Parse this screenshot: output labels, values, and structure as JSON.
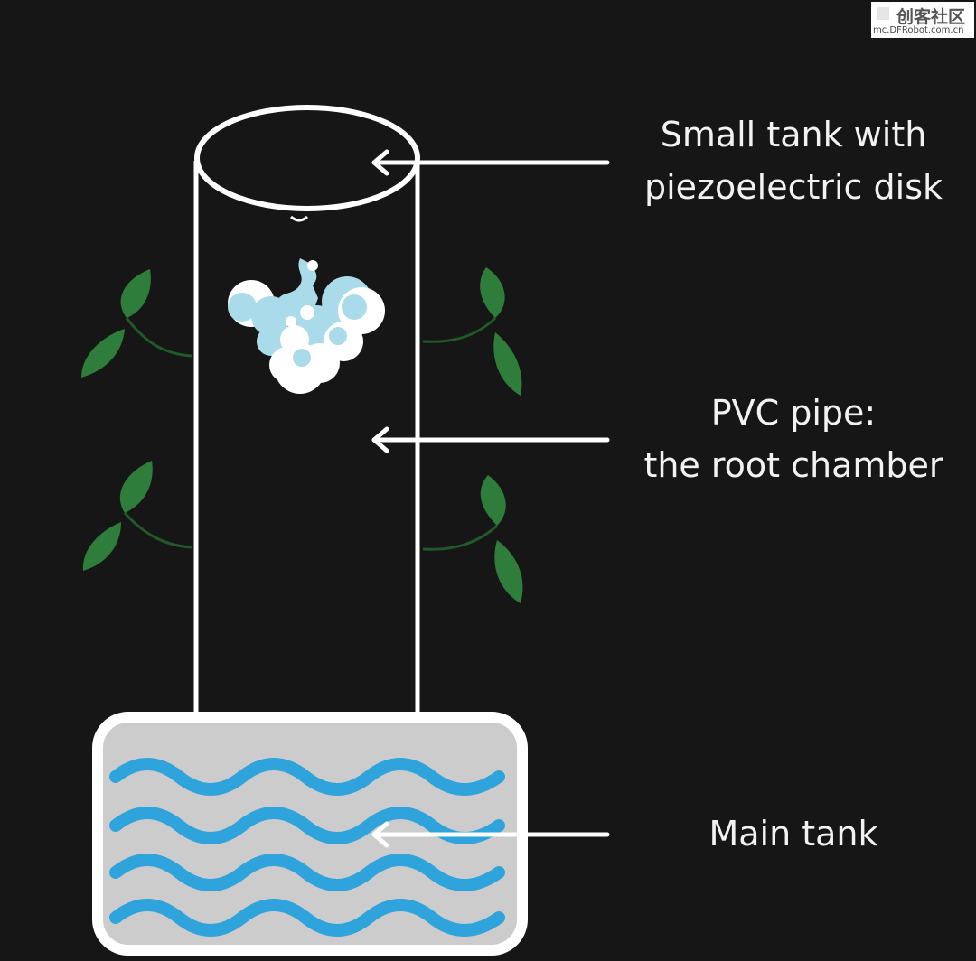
{
  "labels": {
    "small_tank": [
      "Small tank with",
      "piezoelectric disk"
    ],
    "pvc_pipe": [
      "PVC pipe:",
      "the root chamber"
    ],
    "main_tank": [
      "Main tank"
    ]
  },
  "watermark": {
    "title": "创客社区",
    "url": "mc.DFRobot.com.cn"
  },
  "colors": {
    "background": "#161616",
    "outline": "#ffffff",
    "leaf": "#2e7d3a",
    "stem": "#1f5a28",
    "water_wave": "#2ea3dc",
    "tank_fill": "#cccccc",
    "mist_light": "#a9dbea",
    "mist_white": "#ffffff",
    "text": "#f2f2f2"
  },
  "icons": [
    "leaf-icon",
    "mist-cloud-icon",
    "arrow-left-icon",
    "water-wave-icon"
  ]
}
